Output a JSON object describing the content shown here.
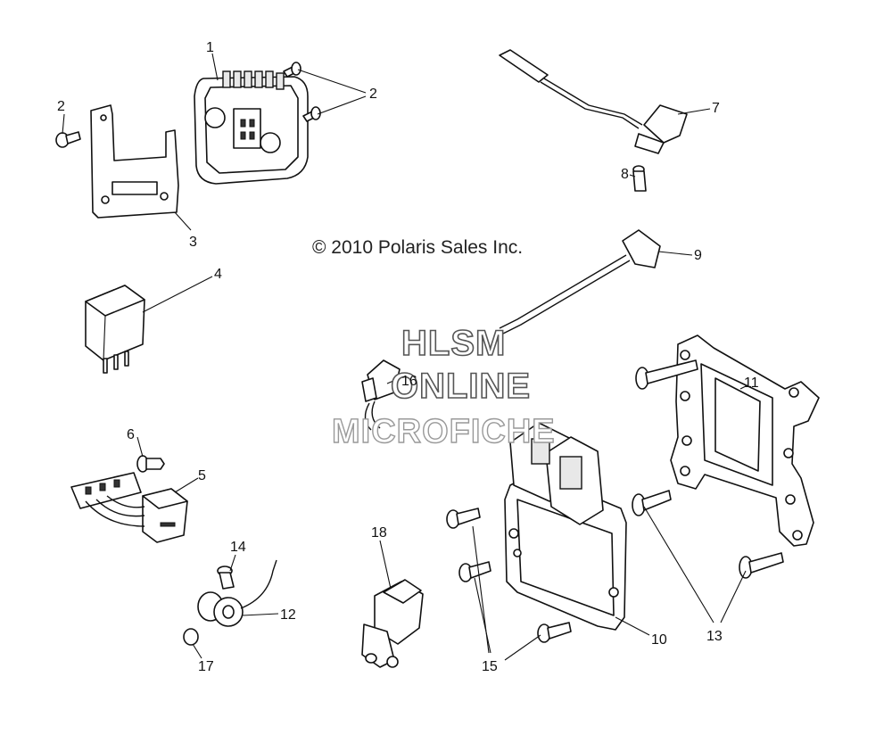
{
  "copyright": "© 2010 Polaris Sales Inc.",
  "watermark": {
    "line1": "HLSM",
    "line2": "ONLINE",
    "line3": "MICROFICHE"
  },
  "callouts": {
    "c1": "1",
    "c2a": "2",
    "c2b": "2",
    "c3": "3",
    "c4": "4",
    "c5": "5",
    "c6": "6",
    "c7": "7",
    "c8": "8",
    "c9": "9",
    "c10": "10",
    "c11": "11",
    "c12": "12",
    "c13": "13",
    "c14": "14",
    "c15": "15",
    "c16": "16",
    "c17": "17",
    "c18": "18"
  }
}
